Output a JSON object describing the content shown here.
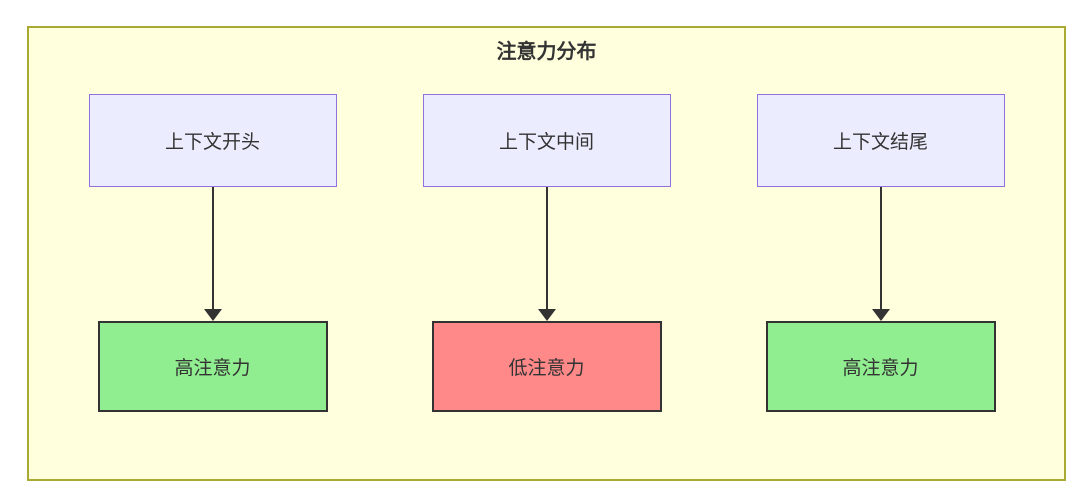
{
  "diagram": {
    "title": "注意力分布",
    "colors": {
      "container_bg": "#FFFFDE",
      "container_border": "#AAAA33",
      "source_fill": "#ECECFF",
      "source_border": "#9370DB",
      "high_fill": "#90EE90",
      "low_fill": "#FF8888",
      "result_border": "#333333",
      "arrow": "#333333",
      "text": "#333333"
    },
    "columns": [
      {
        "source": "上下文开头",
        "result": "高注意力",
        "result_type": "high"
      },
      {
        "source": "上下文中间",
        "result": "低注意力",
        "result_type": "low"
      },
      {
        "source": "上下文结尾",
        "result": "高注意力",
        "result_type": "high"
      }
    ]
  }
}
